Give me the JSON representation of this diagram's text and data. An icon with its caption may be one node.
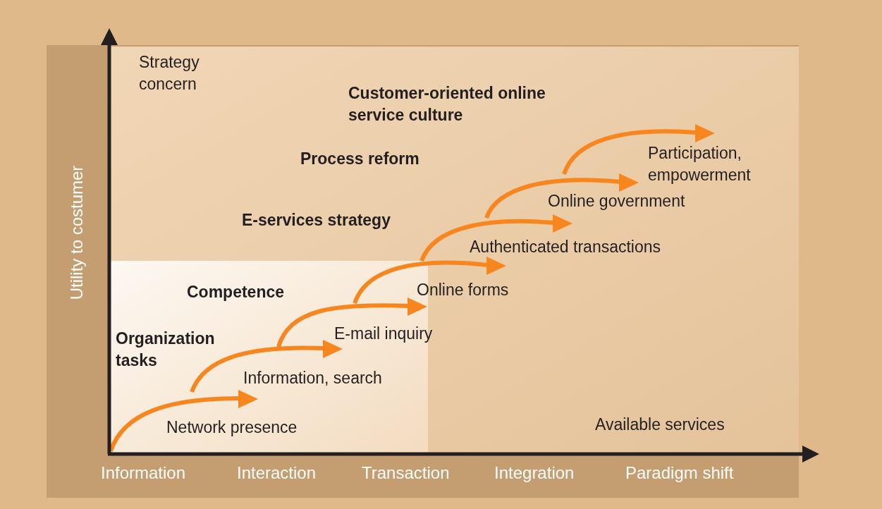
{
  "diagram": {
    "labels": [
      "Strategy concern",
      "Customer-oriented online service culture",
      "Process reform",
      "Participation, empowerment",
      "Online government",
      "E-services strategy",
      "Authenticated transactions",
      "Competence",
      "Online forms",
      "E-mail inquiry",
      "Organization tasks",
      "Information, search",
      "Network presence",
      "Available services",
      "Utility to costumer",
      "Information",
      "Interaction",
      "Transaction",
      "Integration",
      "Paradigm shift"
    ]
  }
}
